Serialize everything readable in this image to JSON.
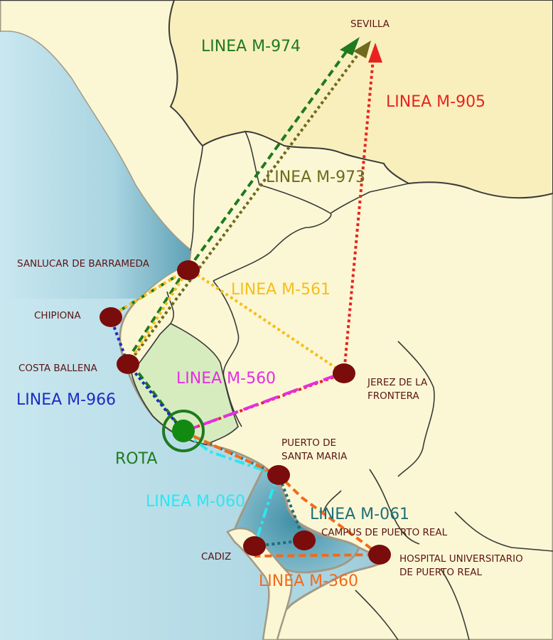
{
  "colors": {
    "sea": "#bfe0ea",
    "sea_deep": "#6aaec0",
    "land": "#fbf7d4",
    "land_province": "#f9efbd",
    "rota_area": "#d6ecbe",
    "border": "#3a3a3a",
    "coast": "#a39a86",
    "stop": "#7a0c0c"
  },
  "places": {
    "sevilla": "SEVILLA",
    "sanlucar": "SANLUCAR DE BARRAMEDA",
    "chipiona": "CHIPIONA",
    "costa_ballena": "COSTA BALLENA",
    "jerez_1": "JEREZ DE LA",
    "jerez_2": "FRONTERA",
    "puerto_sm_1": "PUERTO DE",
    "puerto_sm_2": "SANTA MARIA",
    "campus": "CAMPUS DE PUERTO REAL",
    "cadiz": "CADIZ",
    "hospital_1": "HOSPITAL UNIVERSITARIO",
    "hospital_2": "DE PUERTO REAL",
    "rota": "ROTA"
  },
  "lines": [
    {
      "key": "m974",
      "label": "LINEA M-974",
      "color": "#1f7a1f"
    },
    {
      "key": "m905",
      "label": "LINEA M-905",
      "color": "#e8231f"
    },
    {
      "key": "m973",
      "label": "LINEA M-973",
      "color": "#6e6a1e"
    },
    {
      "key": "m561",
      "label": "LINEA M-561",
      "color": "#f5be1b"
    },
    {
      "key": "m560",
      "label": "LINEA M-560",
      "color": "#e52ee0"
    },
    {
      "key": "m966",
      "label": "LINEA M-966",
      "color": "#1c2cc4"
    },
    {
      "key": "m060",
      "label": "LINEA M-060",
      "color": "#2ee6f0"
    },
    {
      "key": "m061",
      "label": "LINEA M-061",
      "color": "#1d6f7a"
    },
    {
      "key": "m360",
      "label": "LINEA M-360",
      "color": "#f26a1b"
    }
  ]
}
